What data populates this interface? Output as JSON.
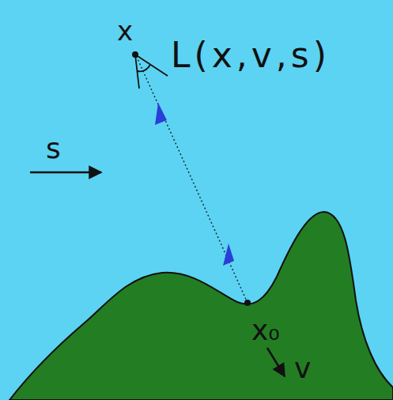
{
  "diagram": {
    "labels": [
      "x",
      "L(x,v,s)",
      "s",
      "x₀",
      "v"
    ]
  }
}
